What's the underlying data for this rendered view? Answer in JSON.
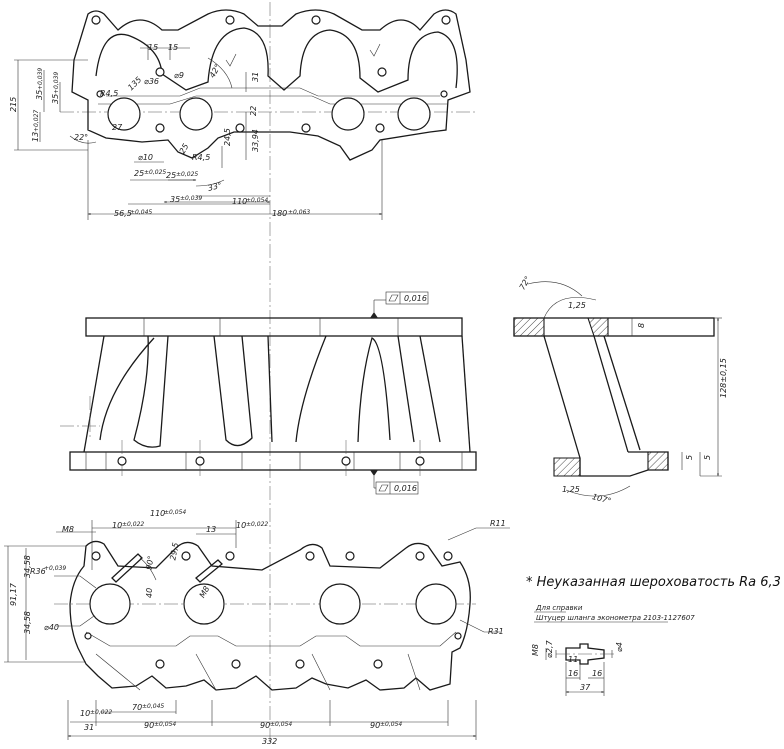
{
  "top_view": {
    "dims": {
      "d15a": "15",
      "d15b": "15",
      "d9": "⌀9",
      "d36": "⌀36",
      "d42": "42°",
      "d31": "31",
      "r45a": "R4,5",
      "d135": "135",
      "d35a": "35",
      "d35a_tol": "+0,039",
      "d35b": "35",
      "d35b_tol": "+0,039",
      "d13": "13",
      "d13_tol": "+0,027",
      "d22ang": "22°",
      "d27": "27",
      "d22": "22",
      "d3394": "33,94",
      "d25a": "25",
      "d245": "24,5",
      "r45b": "R4,5",
      "d10": "⌀10",
      "d25b": "25",
      "d25b_tol": "±0,025",
      "d25c": "25",
      "d25c_tol": "±0,025",
      "d33": "33°",
      "d35c": "35",
      "d35c_tol": "±0,039",
      "d110": "110",
      "d110_tol": "±0,054",
      "d565": "56,5",
      "d565_tol": "±0,045",
      "d180": "180",
      "d180_tol": "±0,063"
    }
  },
  "front_view": {
    "flatness_top": "0,016",
    "flatness_bottom": "0,016"
  },
  "side_view": {
    "angle_top": "72°",
    "d125a": "1,25",
    "d8": "8",
    "d128": "128±0,15",
    "d5": "5",
    "d5b": "5",
    "d125b": "1,25",
    "angle_bottom": "107°"
  },
  "bottom_view": {
    "dims": {
      "m8": "M8",
      "d10a": "10",
      "d10a_tol": "±0,022",
      "d110": "110",
      "d110_tol": "±0,054",
      "d13": "13",
      "d10b": "10",
      "d10b_tol": "±0,022",
      "r11": "R11",
      "r36": "R36",
      "r36_tol": "+0,039",
      "d90ang": "90°",
      "d295": "29,5",
      "d40": "40",
      "m8b": "M8",
      "d9117": "91,17",
      "d3458a": "34,58",
      "d3458b": "34,58",
      "d40d": "⌀40",
      "r31": "R31",
      "d10c": "10",
      "d10c_tol": "±0,022",
      "d70": "70",
      "d70_tol": "±0,045",
      "d31": "31",
      "d90a": "90",
      "d90a_tol": "±0,054",
      "d90b": "90",
      "d90b_tol": "±0,054",
      "d90c": "90",
      "d90c_tol": "±0,054",
      "d332": "332"
    }
  },
  "roughness_note": "* Неуказанная шероховатость Ra 6,3 мкм",
  "reference": {
    "title": "Для справки",
    "subtitle": "Штуцер шланга эконометра 2103-1127607",
    "dims": {
      "m8": "M8",
      "d11": "11",
      "d27": "⌀2,7",
      "d4": "⌀4",
      "d16a": "16",
      "d16b": "16",
      "d37": "37"
    }
  }
}
